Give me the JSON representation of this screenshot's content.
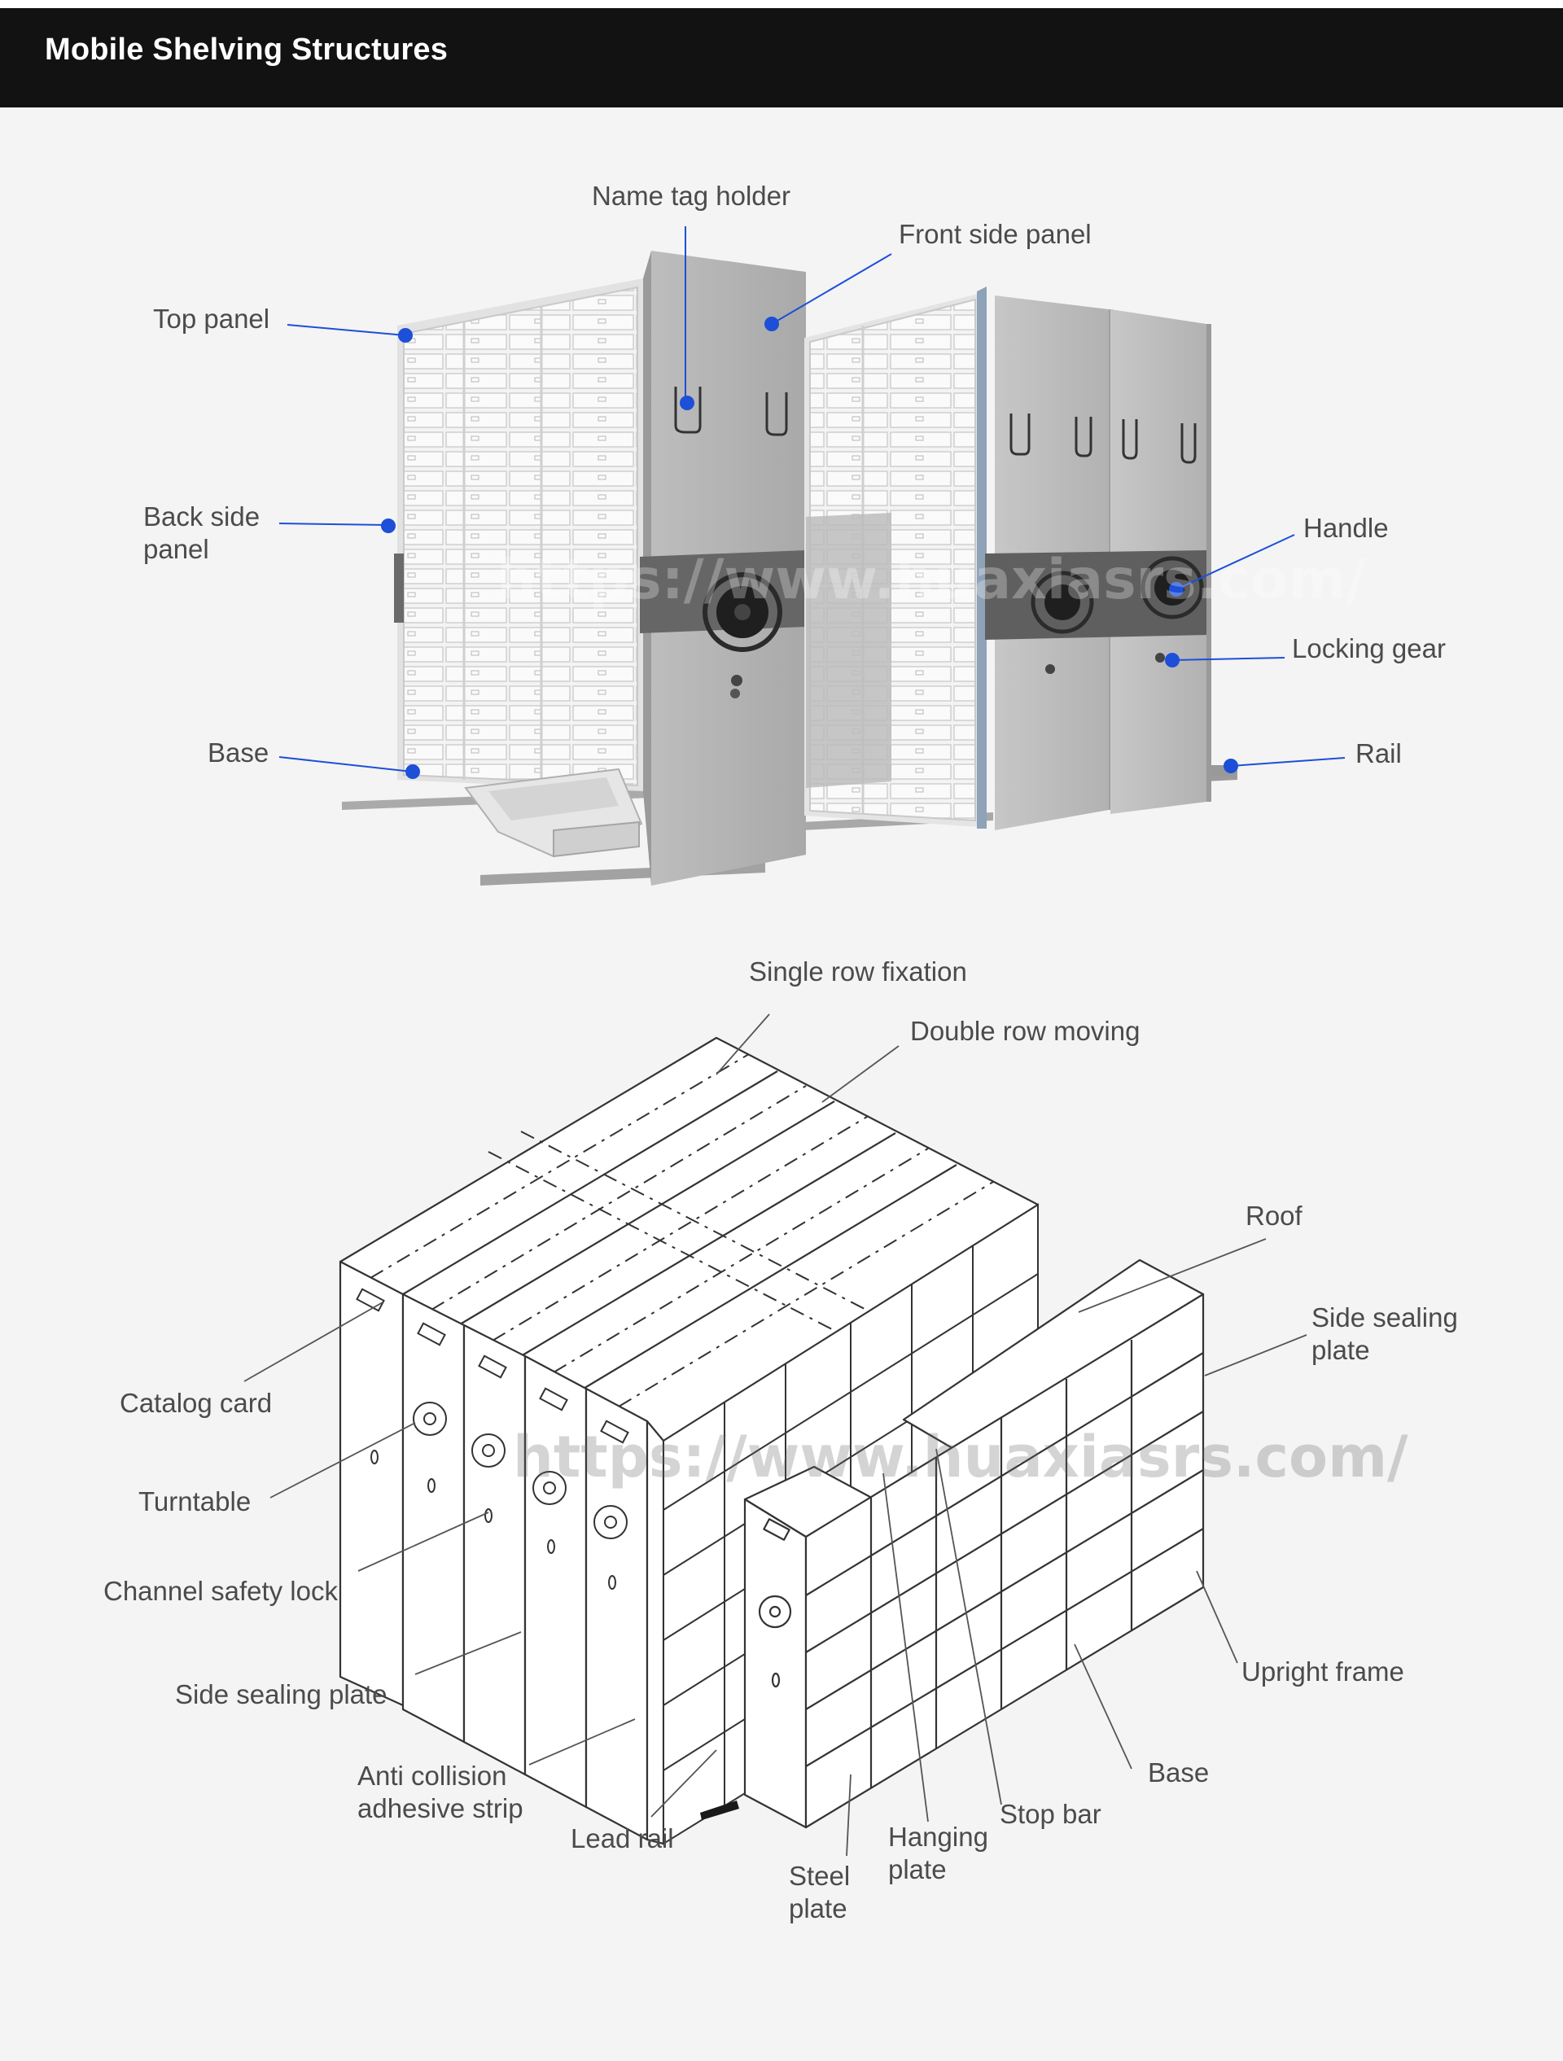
{
  "header": {
    "title": "Mobile Shelving Structures"
  },
  "colors": {
    "header_bg": "#121212",
    "page_bg": "#f4f4f4",
    "label_text": "#4b4b4b",
    "leader_blue": "#1d4fd8",
    "leader_gray": "#555555"
  },
  "watermark": "https://www.huaxiasrs.com/",
  "photo_diagram": {
    "labels": {
      "name_tag_holder": "Name tag holder",
      "front_side_panel": "Front side panel",
      "top_panel": "Top panel",
      "back_side_panel_1": "Back side",
      "back_side_panel_2": "panel",
      "handle": "Handle",
      "locking_gear": "Locking gear",
      "base": "Base",
      "rail": "Rail"
    }
  },
  "line_diagram": {
    "labels": {
      "single_row_fixation": "Single row fixation",
      "double_row_moving": "Double row moving",
      "roof": "Roof",
      "side_sealing_plate_right_1": "Side sealing",
      "side_sealing_plate_right_2": "plate",
      "catalog_card": "Catalog card",
      "turntable": "Turntable",
      "channel_safety_lock": "Channel safety lock",
      "side_sealing_plate_left": "Side sealing plate",
      "upright_frame": "Upright frame",
      "anti_collision_1": "Anti collision",
      "anti_collision_2": "adhesive strip",
      "lead_rail": "Lead rail",
      "base": "Base",
      "stop_bar": "Stop bar",
      "hanging_plate_1": "Hanging",
      "hanging_plate_2": "plate",
      "steel_plate_1": "Steel",
      "steel_plate_2": "plate"
    }
  }
}
